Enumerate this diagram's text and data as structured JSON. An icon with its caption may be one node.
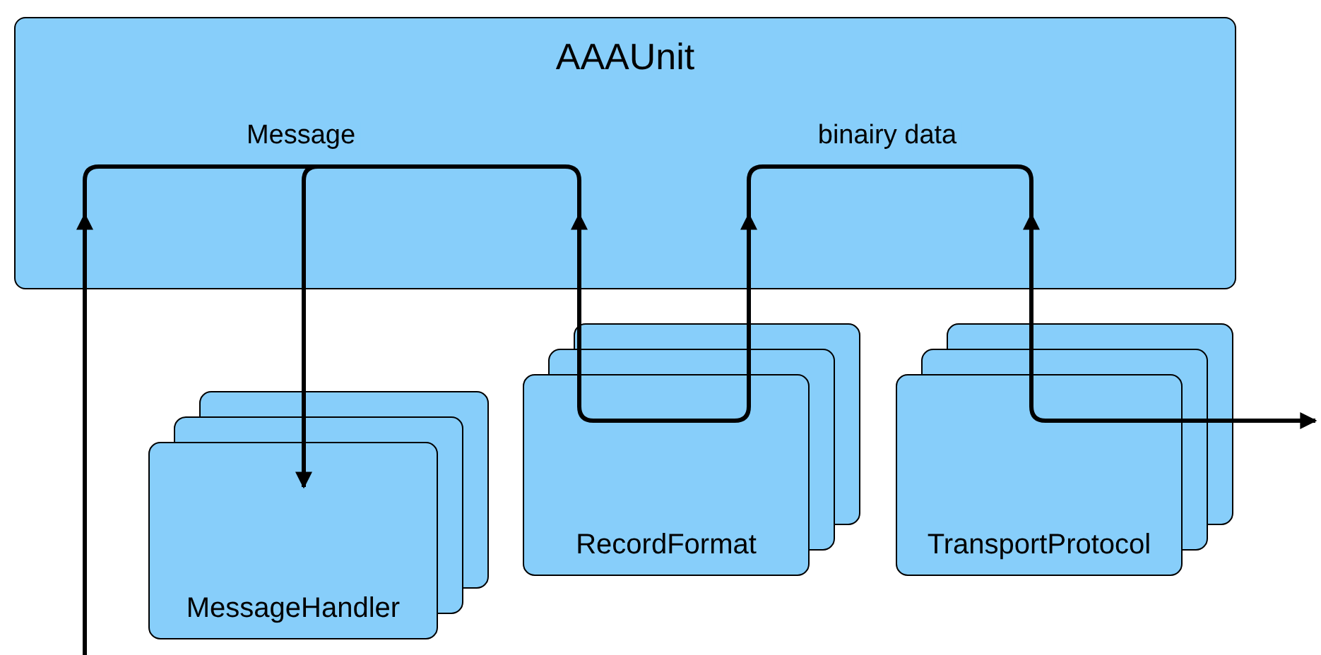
{
  "diagram": {
    "nodes": [
      {
        "text": [
          "AAAUnit"
        ]
      },
      {
        "text": [
          "MessageHandler"
        ]
      },
      {
        "text": [
          "RecordFormat"
        ]
      },
      {
        "text": [
          "TransportProtocol"
        ]
      }
    ],
    "edges": [
      {
        "from": null,
        "to": 0,
        "arrow": "to"
      },
      {
        "from": 0,
        "to": 1,
        "arrow": "to",
        "label": "Message"
      },
      {
        "from": 2,
        "to": 0,
        "arrow": "to"
      },
      {
        "from": 2,
        "to": 0,
        "arrow": "to",
        "label": "binairy data"
      },
      {
        "from": 3,
        "to": 0,
        "arrow": "to"
      },
      {
        "from": 3,
        "to": null,
        "arrow": "to"
      }
    ]
  }
}
